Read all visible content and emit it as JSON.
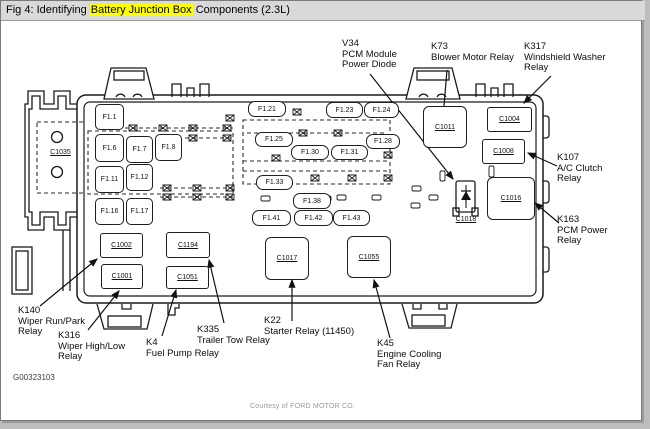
{
  "window": {
    "title_prefix": "Fig 4: Identifying ",
    "title_highlight": "Battery Junction Box",
    "title_suffix": " Components (2.3L)"
  },
  "colors": {
    "highlight": "#ffff00",
    "line": "#1a1a1a",
    "titlebar_bg": "#d9d9d9"
  },
  "diagram": {
    "fuses": [
      "F1.1",
      "F1.6",
      "F1.7",
      "F1.8",
      "F1.11",
      "F1.12",
      "F1.16",
      "F1.17",
      "F1.21",
      "F1.23",
      "F1.24",
      "F1.25",
      "F1.28",
      "F1.30",
      "F1.31",
      "F1.33",
      "F1.38",
      "F1.41",
      "F1.42",
      "F1.43"
    ],
    "connectors": [
      "C1035",
      "C1002",
      "C1001",
      "C1194",
      "C1051",
      "C1017",
      "C1055",
      "C1011",
      "C1004",
      "C1008",
      "C1016",
      "C1018"
    ],
    "callouts": {
      "v34": "V34\nPCM Module\nPower Diode",
      "k73": "K73\nBlower Motor Relay",
      "k317": "K317\nWindshield Washer\nRelay",
      "k107": "K107\nA/C Clutch\nRelay",
      "k163": "K163\nPCM Power\nRelay",
      "k140": "K140\nWiper Run/Park\nRelay",
      "k316": "K316\nWiper High/Low\nRelay",
      "k4": "K4\nFuel Pump Relay",
      "k335": "K335\nTrailer Tow Relay",
      "k22": "K22\nStarter Relay (11450)",
      "k45": "K45\nEngine Cooling\nFan Relay"
    },
    "footnote": "G00323103",
    "credit": "Courtesy of FORD MOTOR CO."
  }
}
